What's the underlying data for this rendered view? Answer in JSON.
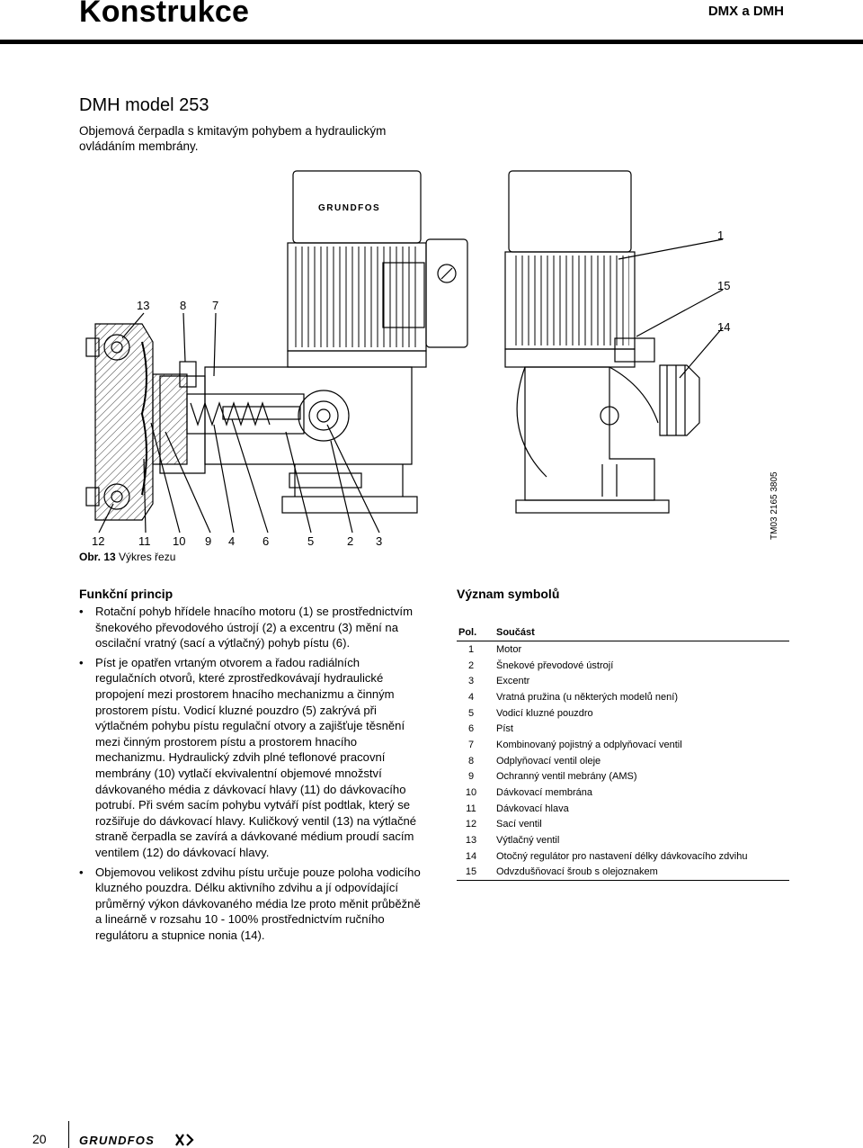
{
  "header": {
    "title": "Konstrukce",
    "right": "DMX a DMH"
  },
  "section": {
    "title": "DMH model 253",
    "subtitle": "Objemová čerpadla s kmitavým pohybem a hydraulickým ovládáním membrány."
  },
  "figure": {
    "labels": {
      "l13": "13",
      "l8": "8",
      "l7": "7",
      "l1": "1",
      "l15": "15",
      "l14": "14",
      "b12": "12",
      "b11": "11",
      "b10": "10",
      "b9": "9",
      "b4": "4",
      "b6": "6",
      "b5": "5",
      "b2": "2",
      "b3": "3"
    },
    "motor_brand": "GRUNDFOS",
    "caption_bold": "Obr. 13",
    "caption_text": " Výkres řezu",
    "code": "TM03 2165 3805"
  },
  "principle": {
    "heading": "Funkční princip",
    "items": [
      "Rotační pohyb hřídele hnacího motoru (1) se prostřednictvím šnekového převodového ústrojí (2) a excentru (3) mění na oscilační vratný (sací a výtlačný) pohyb pístu (6).",
      "Píst je opatřen vrtaným otvorem a řadou radiálních regulačních otvorů, které zprostředkovávají hydraulické propojení mezi prostorem hnacího mechanizmu a činným prostorem pístu. Vodicí kluzné pouzdro (5) zakrývá při výtlačném pohybu pístu regulační otvory a zajišťuje těsnění mezi činným prostorem pístu a prostorem hnacího mechanizmu. Hydraulický zdvih plné teflonové pracovní membrány (10) vytlačí ekvivalentní objemové množství dávkovaného média z dávkovací hlavy (11) do dávkovacího potrubí. Při svém sacím pohybu vytváří píst podtlak, který se rozšiřuje do dávkovací hlavy. Kuličkový ventil (13) na výtlačné straně čerpadla se zavírá a dávkované médium proudí sacím ventilem (12) do dávkovací hlavy.",
      "Objemovou velikost zdvihu pístu určuje pouze poloha vodicího kluzného pouzdra. Délku aktivního zdvihu a jí odpovídající průměrný výkon dávkovaného média lze proto měnit průběžně a lineárně v rozsahu 10 - 100% prostřednictvím ručního regulátoru a stupnice nonia (14)."
    ]
  },
  "symbols": {
    "heading": "Význam symbolů",
    "col_pos": "Pol.",
    "col_part": "Součást",
    "rows": [
      [
        "1",
        "Motor"
      ],
      [
        "2",
        "Šnekové převodové ústrojí"
      ],
      [
        "3",
        "Excentr"
      ],
      [
        "4",
        "Vratná pružina (u některých modelů není)"
      ],
      [
        "5",
        "Vodicí kluzné pouzdro"
      ],
      [
        "6",
        "Píst"
      ],
      [
        "7",
        "Kombinovaný pojistný a odplyňovací ventil"
      ],
      [
        "8",
        "Odplyňovací ventil oleje"
      ],
      [
        "9",
        "Ochranný ventil mebrány (AMS)"
      ],
      [
        "10",
        "Dávkovací membrána"
      ],
      [
        "11",
        "Dávkovací hlava"
      ],
      [
        "12",
        "Sací ventil"
      ],
      [
        "13",
        "Výtlačný ventil"
      ],
      [
        "14",
        "Otočný regulátor pro nastavení délky dávkovacího zdvihu"
      ],
      [
        "15",
        "Odvzdušňovací šroub s olejoznakem"
      ]
    ]
  },
  "footer": {
    "page": "20",
    "logo": "GRUNDFOS"
  }
}
